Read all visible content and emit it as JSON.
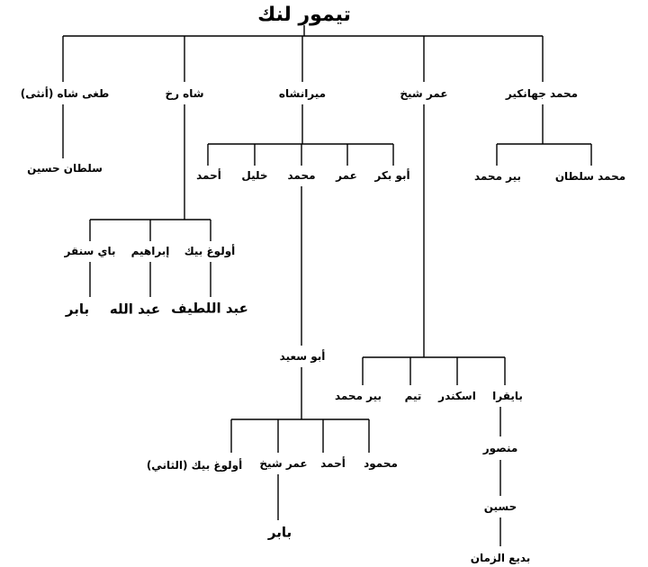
{
  "colors": {
    "line": "#000000",
    "text": "#000000",
    "background": "#ffffff"
  },
  "root": "تيمور لنك",
  "children": {
    "muhammad_jahangir": "محمد جهانكير",
    "umar_shaykh": "عمر شيخ",
    "miranshah": "ميرانشاه",
    "shah_rukh": "شاه رخ",
    "tughay_shah": "طغى شاه (أنثى)"
  },
  "jahangir_children": {
    "muhammad_sultan": "محمد سلطان",
    "pir_muhammad": "بير محمد"
  },
  "tughay_children": {
    "sultan_husayn": "سلطان حسين"
  },
  "miranshah_children": {
    "abu_bakr": "أبو بكر",
    "umar": "عمر",
    "muhammad": "محمد",
    "khalil": "خليل",
    "ahmad": "أحمد"
  },
  "shahrukh_children": {
    "ulugh_beg": "أولوغ بيك",
    "ibrahim": "إبراهيم",
    "baysunghur": "باي سنقر"
  },
  "shahrukh_grandchildren": {
    "abd_al_latif": "عبد اللطيف",
    "abd_allah": "عبد الله",
    "babur": "بابر"
  },
  "abu_said": "أبو سعيد",
  "abu_said_children": {
    "mahmud": "محمود",
    "ahmad": "أحمد",
    "umar_shaykh": "عمر شيخ",
    "ulugh_beg_ii": "أولوغ بيك (الثاني)"
  },
  "babur_final": "بابر",
  "umar_shaykh_children": {
    "bayqara": "بايقرا",
    "iskandar": "اسكندر",
    "taym": "تيم",
    "pir_muhammad": "بير محمد"
  },
  "bayqara_line": {
    "mansur": "منصور",
    "husayn": "حسين",
    "badi_al_zaman": "بديع الزمان"
  }
}
